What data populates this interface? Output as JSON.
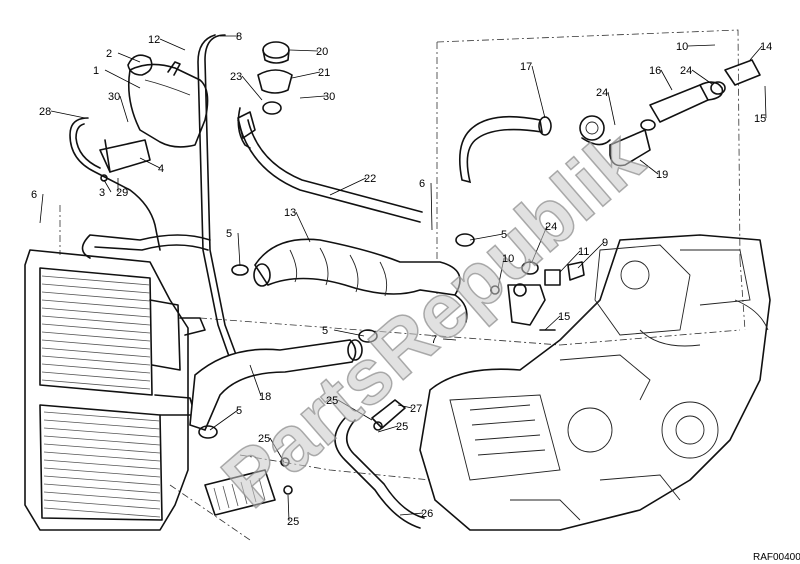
{
  "reference_code": "RAF00400",
  "watermark": "PartsRepublik",
  "callouts": [
    {
      "id": "c1",
      "label": "1"
    },
    {
      "id": "c2",
      "label": "2"
    },
    {
      "id": "c3",
      "label": "3"
    },
    {
      "id": "c4",
      "label": "4"
    },
    {
      "id": "c5a",
      "label": "5"
    },
    {
      "id": "c5b",
      "label": "5"
    },
    {
      "id": "c5c",
      "label": "5"
    },
    {
      "id": "c5d",
      "label": "5"
    },
    {
      "id": "c6a",
      "label": "6"
    },
    {
      "id": "c6b",
      "label": "6"
    },
    {
      "id": "c7",
      "label": "7"
    },
    {
      "id": "c8",
      "label": "8"
    },
    {
      "id": "c9",
      "label": "9"
    },
    {
      "id": "c10a",
      "label": "10"
    },
    {
      "id": "c10b",
      "label": "10"
    },
    {
      "id": "c11",
      "label": "11"
    },
    {
      "id": "c12",
      "label": "12"
    },
    {
      "id": "c13",
      "label": "13"
    },
    {
      "id": "c14",
      "label": "14"
    },
    {
      "id": "c15a",
      "label": "15"
    },
    {
      "id": "c15b",
      "label": "15"
    },
    {
      "id": "c16",
      "label": "16"
    },
    {
      "id": "c17",
      "label": "17"
    },
    {
      "id": "c18",
      "label": "18"
    },
    {
      "id": "c19",
      "label": "19"
    },
    {
      "id": "c20",
      "label": "20"
    },
    {
      "id": "c21",
      "label": "21"
    },
    {
      "id": "c22",
      "label": "22"
    },
    {
      "id": "c23",
      "label": "23"
    },
    {
      "id": "c24a",
      "label": "24"
    },
    {
      "id": "c24b",
      "label": "24"
    },
    {
      "id": "c24c",
      "label": "24"
    },
    {
      "id": "c25a",
      "label": "25"
    },
    {
      "id": "c25b",
      "label": "25"
    },
    {
      "id": "c25c",
      "label": "25"
    },
    {
      "id": "c25d",
      "label": "25"
    },
    {
      "id": "c26",
      "label": "26"
    },
    {
      "id": "c27",
      "label": "27"
    },
    {
      "id": "c28",
      "label": "28"
    },
    {
      "id": "c29",
      "label": "29"
    },
    {
      "id": "c30a",
      "label": "30"
    },
    {
      "id": "c30b",
      "label": "30"
    }
  ]
}
